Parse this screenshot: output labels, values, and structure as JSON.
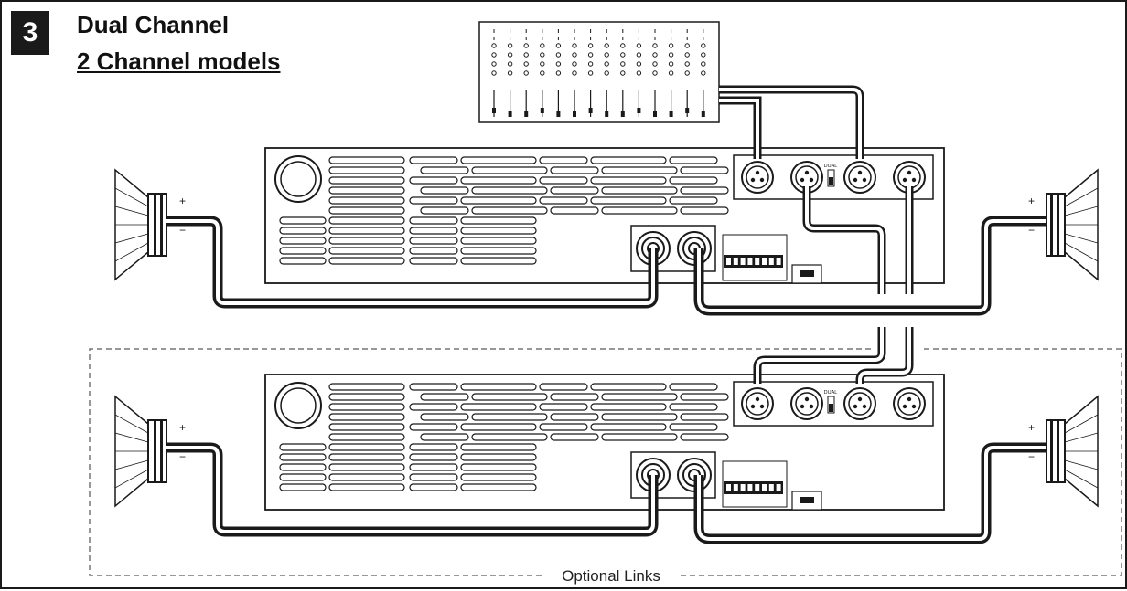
{
  "step_number": "3",
  "title": "Dual Channel",
  "subtitle": "2 Channel models",
  "amplifier_units": [
    {
      "id": "amp-top",
      "dual_switch_label": "DUAL"
    },
    {
      "id": "amp-bottom",
      "dual_switch_label": "DUAL"
    }
  ],
  "speaker_terminal_labels": {
    "positive": "+",
    "negative": "−"
  },
  "optional_links_label": "Optional Links",
  "colors": {
    "line": "#1a1a1a",
    "background": "#ffffff",
    "dashed": "#777777"
  }
}
